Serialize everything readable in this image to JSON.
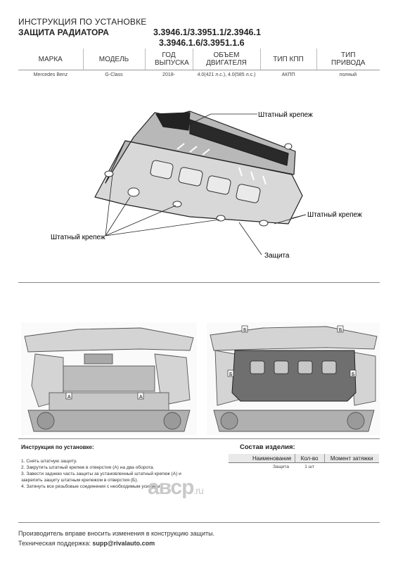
{
  "header": {
    "title_line1": "ИНСТРУКЦИЯ ПО УСТАНОВКЕ",
    "title_line2": "ЗАЩИТА РАДИАТОРА",
    "codes_line1": "3.3946.1/3.3951.1/2.3946.1",
    "codes_line2": "3.3946.1.6/3.3951.1.6"
  },
  "spec_table": {
    "headers": [
      "МАРКА",
      "МОДЕЛЬ",
      "ГОД ВЫПУСКА",
      "ОБЪЕМ ДВИГАТЕЛЯ",
      "ТИП КПП",
      "ТИП ПРИВОДА"
    ],
    "row": [
      "Mercedes Benz",
      "G-Class",
      "2018-",
      "4.0(421 л.с.), 4.0(585 л.с.)",
      "АКПП",
      "полный"
    ]
  },
  "diagram": {
    "label_top_fastener": "Штатный крепеж",
    "label_right_fastener": "Штатный крепеж",
    "label_left_fastener": "Штатный крепеж",
    "label_guard": "Защита"
  },
  "photos": {
    "left_markers": [
      "A",
      "A"
    ],
    "right_markers": [
      "Б",
      "Б",
      "Б",
      "Б"
    ]
  },
  "instructions": {
    "title": "Инструкция по установке:",
    "steps": [
      "1. Снять штатную защиту.",
      "2. Закрутить штатный крепеж в отверстия (А) на два оборота.",
      "3. Завести заднюю часть защиты за установленный штатный крепеж (А) и",
      "закрепить защиту штатным крепежом в отверстия (Б).",
      "4. Затянуть все резьбовые соединения с необходимым усилием."
    ]
  },
  "composition": {
    "title": "Состав изделия:",
    "headers": [
      "Наименование",
      "Кол-во",
      "Момент затяжки"
    ],
    "rows": [
      [
        "Защита",
        "1 шт",
        ""
      ]
    ]
  },
  "watermark": {
    "main": "авср",
    "suffix": ".ru"
  },
  "footer": {
    "line1": "Производитель вправе вносить изменения в конструкцию защиты.",
    "support_label": "Техническая поддержка:",
    "support_email": "supp@rivalauto.com"
  }
}
